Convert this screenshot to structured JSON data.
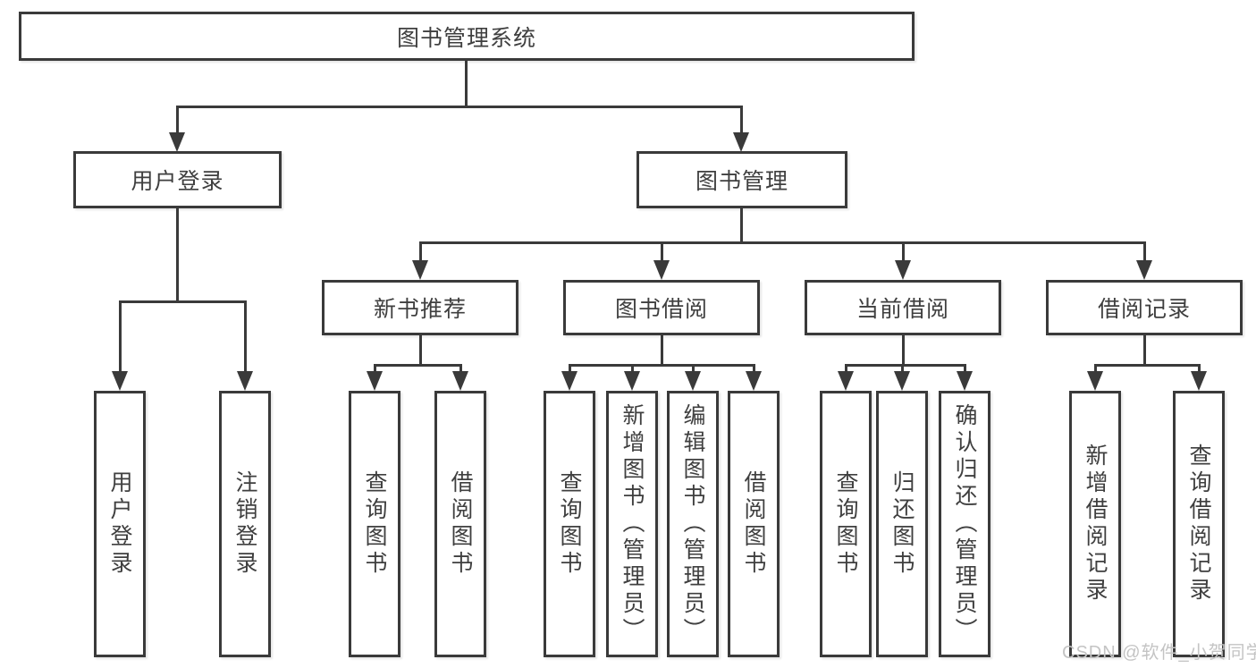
{
  "diagram": {
    "root": {
      "label": "图书管理系统"
    },
    "branches": [
      {
        "label": "用户登录",
        "children": [
          {
            "label": "用户登录"
          },
          {
            "label": "注销登录"
          }
        ]
      },
      {
        "label": "图书管理",
        "children": [
          {
            "label": "新书推荐",
            "children": [
              {
                "label": "查询图书"
              },
              {
                "label": "借阅图书"
              }
            ]
          },
          {
            "label": "图书借阅",
            "children": [
              {
                "label": "查询图书"
              },
              {
                "label": "新增图书（管理员）"
              },
              {
                "label": "编辑图书（管理员）"
              },
              {
                "label": "借阅图书"
              }
            ]
          },
          {
            "label": "当前借阅",
            "children": [
              {
                "label": "查询图书"
              },
              {
                "label": "归还图书"
              },
              {
                "label": "确认归还（管理员）"
              }
            ]
          },
          {
            "label": "借阅记录",
            "children": [
              {
                "label": "新增借阅记录"
              },
              {
                "label": "查询借阅记录"
              }
            ]
          }
        ]
      }
    ]
  },
  "watermark": {
    "text": "CSDN @软件_小贺同学"
  },
  "colors": {
    "line": "#3a3a3a",
    "text": "#3f3f3f",
    "watermark": "#c4c4c4",
    "background": "#ffffff"
  }
}
